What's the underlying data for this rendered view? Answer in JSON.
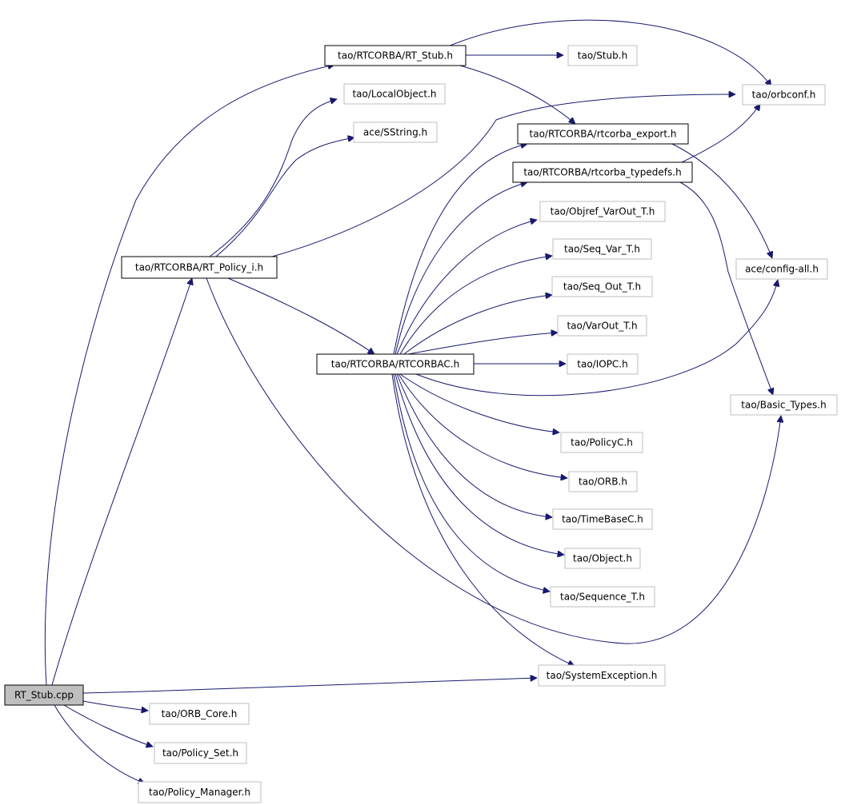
{
  "colors": {
    "edge": "#191970",
    "root_fill": "#bfbfbf",
    "documented_border": "#000000",
    "undocumented_border": "#bfbfbf"
  },
  "nodes": {
    "rt_stub_cpp": "RT_Stub.cpp",
    "rt_stub_h": "tao/RTCORBA/RT_Stub.h",
    "stub_h": "tao/Stub.h",
    "localobject_h": "tao/LocalObject.h",
    "orbconf_h": "tao/orbconf.h",
    "sstring_h": "ace/SString.h",
    "rtcorba_export_h": "tao/RTCORBA/rtcorba_export.h",
    "rtcorba_typedefs_h": "tao/RTCORBA/rtcorba_typedefs.h",
    "objref_varout_h": "tao/Objref_VarOut_T.h",
    "rt_policy_i_h": "tao/RTCORBA/RT_Policy_i.h",
    "seq_var_h": "tao/Seq_Var_T.h",
    "config_all_h": "ace/config-all.h",
    "seq_out_h": "tao/Seq_Out_T.h",
    "varout_h": "tao/VarOut_T.h",
    "rtcorbac_h": "tao/RTCORBA/RTCORBAC.h",
    "iopc_h": "tao/IOPC.h",
    "basic_types_h": "tao/Basic_Types.h",
    "policyc_h": "tao/PolicyC.h",
    "orb_h": "tao/ORB.h",
    "timebasec_h": "tao/TimeBaseC.h",
    "object_h": "tao/Object.h",
    "sequence_h": "tao/Sequence_T.h",
    "systemexception_h": "tao/SystemException.h",
    "orb_core_h": "tao/ORB_Core.h",
    "policy_set_h": "tao/Policy_Set.h",
    "policy_manager_h": "tao/Policy_Manager.h"
  }
}
